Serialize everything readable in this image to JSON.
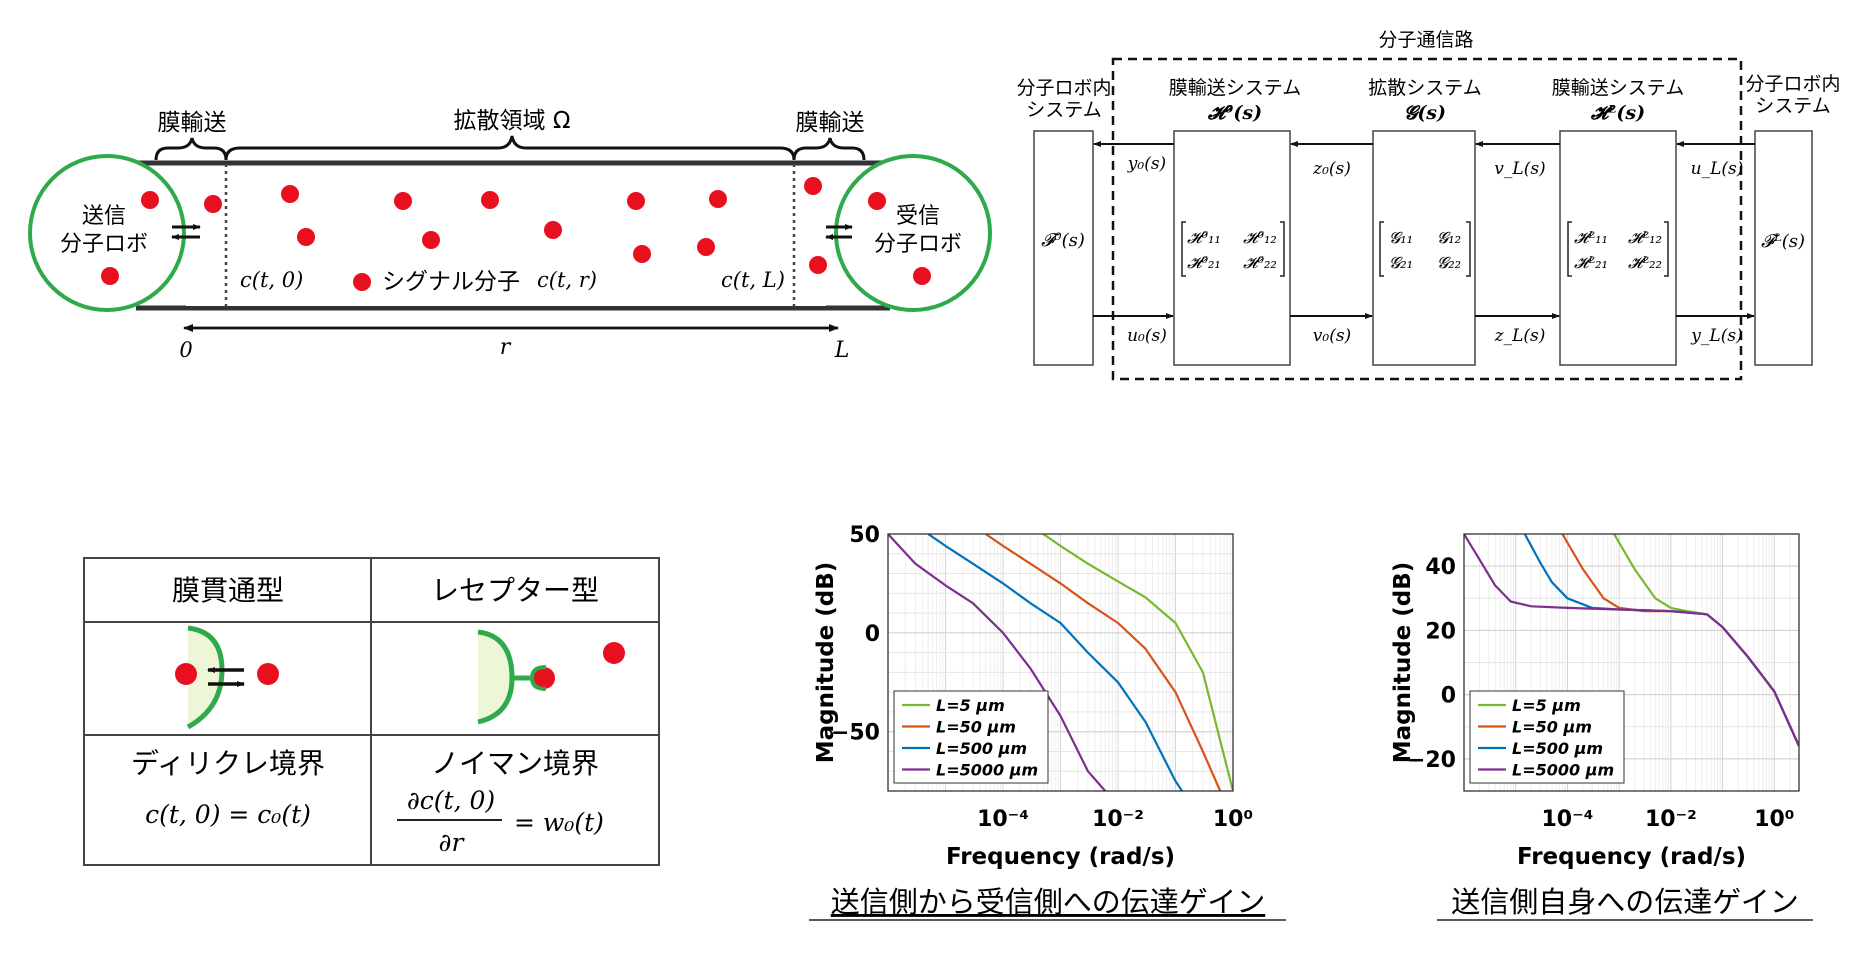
{
  "colors": {
    "green": "#2eaa4a",
    "red": "#e8101e",
    "green_fill": "#eef6d8",
    "series_green": "#77b82f",
    "series_orange": "#d95319",
    "series_blue": "#0072bd",
    "series_purple": "#7e2f8e"
  },
  "channel": {
    "membrane_left": "膜輸送",
    "membrane_right": "膜輸送",
    "diffusion": "拡散領域 Ω",
    "sender": [
      "送信",
      "分子ロボ"
    ],
    "receiver": [
      "受信",
      "分子ロボ"
    ],
    "signal": "シグナル分子",
    "c_t0": "c(t, 0)",
    "c_tr": "c(t, r)",
    "c_tL": "c(t, L)",
    "axis_0": "0",
    "axis_r": "r",
    "axis_L": "L"
  },
  "block": {
    "channel_title": "分子通信路",
    "inner_left": [
      "分子ロボ内",
      "システム"
    ],
    "inner_right": [
      "分子ロボ内",
      "システム"
    ],
    "membrane0": [
      "膜輸送システム",
      "𝓗⁰(s)"
    ],
    "diffusion": [
      "拡散システム",
      "𝓖(s)"
    ],
    "membraneL": [
      "膜輸送システム",
      "𝓗ᴸ(s)"
    ],
    "F0": "𝓕⁰(s)",
    "FL": "𝓕ᴸ(s)",
    "H0_matrix": [
      "𝓗⁰₁₁",
      "𝓗⁰₁₂",
      "𝓗⁰₂₁",
      "𝓗⁰₂₂"
    ],
    "G_matrix": [
      "𝓖₁₁",
      "𝓖₁₂",
      "𝓖₂₁",
      "𝓖₂₂"
    ],
    "HL_matrix": [
      "𝓗ᴸ₁₁",
      "𝓗ᴸ₁₂",
      "𝓗ᴸ₂₁",
      "𝓗ᴸ₂₂"
    ],
    "sig_y0": "y₀(s)",
    "sig_z0": "z₀(s)",
    "sig_vL": "v_L(s)",
    "sig_uL": "u_L(s)",
    "sig_u0": "u₀(s)",
    "sig_v0": "v₀(s)",
    "sig_zL": "z_L(s)",
    "sig_yL": "y_L(s)"
  },
  "table": {
    "head": [
      "膜貫通型",
      "レセプター型"
    ],
    "boundary": [
      "ディリクレ境界",
      "ノイマン境界"
    ],
    "eq_left": "c(t, 0) = c₀(t)",
    "eq_num": "∂c(t, 0)",
    "eq_den": "∂r",
    "eq_right": "= w₀(t)"
  },
  "chart_data": [
    {
      "type": "line",
      "title": "送信側から受信側への伝達ゲイン",
      "xlabel": "Frequency (rad/s)",
      "ylabel": "Magnitude (dB)",
      "x_scale": "log",
      "xlim": [
        1e-06,
        1
      ],
      "ylim": [
        -80,
        50
      ],
      "xticks": [
        "10⁻⁴",
        "10⁻²",
        "10⁰"
      ],
      "yticks": [
        50,
        0,
        -50
      ],
      "legend": "bottom-left",
      "grid": true,
      "series": [
        {
          "name": "L=5 μm",
          "x": [
            0.0005,
            0.001,
            0.003,
            0.01,
            0.03,
            0.1,
            0.3,
            1.0
          ],
          "y": [
            50,
            44,
            35,
            26,
            18,
            5,
            -20,
            -80
          ]
        },
        {
          "name": "L=50 μm",
          "x": [
            5e-05,
            0.0001,
            0.0003,
            0.001,
            0.003,
            0.01,
            0.03,
            0.1,
            0.3,
            0.6
          ],
          "y": [
            50,
            44,
            35,
            25,
            15,
            5,
            -8,
            -30,
            -60,
            -80
          ]
        },
        {
          "name": "L=500 μm",
          "x": [
            5e-06,
            1e-05,
            3e-05,
            0.0001,
            0.0003,
            0.001,
            0.003,
            0.01,
            0.03,
            0.1,
            0.13
          ],
          "y": [
            50,
            44,
            35,
            25,
            15,
            5,
            -10,
            -25,
            -45,
            -75,
            -80
          ]
        },
        {
          "name": "L=5000 μm",
          "x": [
            1e-06,
            3e-06,
            1e-05,
            3e-05,
            0.0001,
            0.0003,
            0.001,
            0.003,
            0.006
          ],
          "y": [
            50,
            35,
            24,
            15,
            0,
            -18,
            -42,
            -70,
            -80
          ]
        }
      ]
    },
    {
      "type": "line",
      "title": "送信側自身への伝達ゲイン",
      "xlabel": "Frequency (rad/s)",
      "ylabel": "Magnitude (dB)",
      "x_scale": "log",
      "xlim": [
        1e-06,
        3
      ],
      "ylim": [
        -30,
        50
      ],
      "xticks": [
        "10⁻⁴",
        "10⁻²",
        "10⁰"
      ],
      "yticks": [
        40,
        20,
        0,
        -20
      ],
      "legend": "bottom-left",
      "grid": true,
      "series": [
        {
          "name": "L=5 μm",
          "x": [
            0.0008,
            0.002,
            0.005,
            0.01,
            0.02,
            0.05,
            0.1,
            0.3,
            1,
            3
          ],
          "y": [
            50,
            39,
            30,
            27,
            26,
            25,
            21,
            12,
            1,
            -16
          ]
        },
        {
          "name": "L=50 μm",
          "x": [
            8e-05,
            0.0002,
            0.0005,
            0.001,
            0.003,
            0.01,
            0.05,
            0.1,
            0.3,
            1,
            3
          ],
          "y": [
            50,
            39,
            30,
            27,
            26,
            26,
            25,
            21,
            12,
            1,
            -16
          ]
        },
        {
          "name": "L=500 μm",
          "x": [
            1.5e-05,
            3e-05,
            5e-05,
            0.0001,
            0.0003,
            0.001,
            0.01,
            0.05,
            0.1,
            0.3,
            1,
            3
          ],
          "y": [
            50,
            41,
            35,
            30,
            27,
            26.5,
            26,
            25,
            21,
            12,
            1,
            -16
          ]
        },
        {
          "name": "L=5000 μm",
          "x": [
            1e-06,
            2e-06,
            4e-06,
            8e-06,
            2e-05,
            0.0001,
            0.001,
            0.01,
            0.05,
            0.1,
            0.3,
            1,
            3
          ],
          "y": [
            50,
            42,
            34,
            29,
            27.5,
            27,
            26.5,
            26,
            25,
            21,
            12,
            1,
            -16
          ]
        }
      ]
    }
  ]
}
